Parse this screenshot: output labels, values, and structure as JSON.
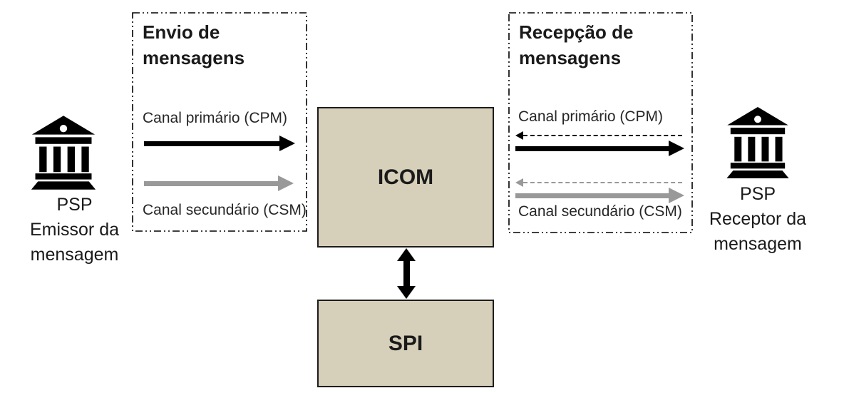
{
  "left_actor": {
    "line1": "PSP",
    "line2": "Emissor da",
    "line3": "mensagem"
  },
  "right_actor": {
    "line1": "PSP",
    "line2": "Receptor da",
    "line3": "mensagem"
  },
  "send_box": {
    "title_line1": "Envio de",
    "title_line2": "mensagens",
    "primary_channel": "Canal primário (CPM)",
    "secondary_channel": "Canal secundário (CSM)"
  },
  "receive_box": {
    "title_line1": "Recepção de",
    "title_line2": "mensagens",
    "primary_channel": "Canal primário (CPM)",
    "secondary_channel": "Canal secundário (CSM)"
  },
  "systems": {
    "icom": "ICOM",
    "spi": "SPI"
  },
  "colors": {
    "system_box_fill": "#d6cfba",
    "system_box_border": "#1c1c1c",
    "primary_channel_arrow": "#000000",
    "secondary_channel_arrow": "#999999",
    "dashed_box_border": "#000000",
    "background": "#ffffff"
  }
}
